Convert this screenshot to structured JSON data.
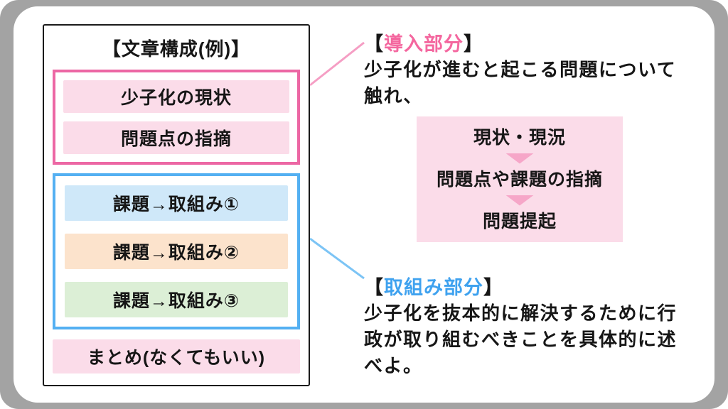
{
  "colors": {
    "frame_gray": "#a3a3a3",
    "pink_accent": "#ec67a4",
    "pink_light": "#fbdce9",
    "blue_accent": "#54b0f2",
    "blue_light": "#cfe8f9",
    "orange_light": "#fce3cc",
    "green_light": "#dcefd6",
    "arrow_pink": "#f6a6c8",
    "text_black": "#161616"
  },
  "left_panel": {
    "title": "【文章構成(例)】",
    "intro_group": {
      "items": [
        "少子化の現状",
        "問題点の指摘"
      ]
    },
    "effort_group": {
      "items": [
        "課題→取組み①",
        "課題→取組み②",
        "課題→取組み③"
      ]
    },
    "summary": "まとめ(なくてもいい)"
  },
  "right_panel": {
    "intro": {
      "heading_prefix": "【",
      "heading_label": "導入部分",
      "heading_suffix": "】",
      "description_lines": [
        "少子化が進むと起こる問題について",
        "触れ、"
      ],
      "flow_box": {
        "steps": [
          "現状・現況",
          "問題点や課題の指摘",
          "問題提起"
        ]
      }
    },
    "effort": {
      "heading_prefix": "【",
      "heading_label": "取組み部分",
      "heading_suffix": "】",
      "description_lines": [
        "少子化を抜本的に解決するために行",
        "政が取り組むべきことを具体的に述",
        "べよ。"
      ]
    }
  }
}
